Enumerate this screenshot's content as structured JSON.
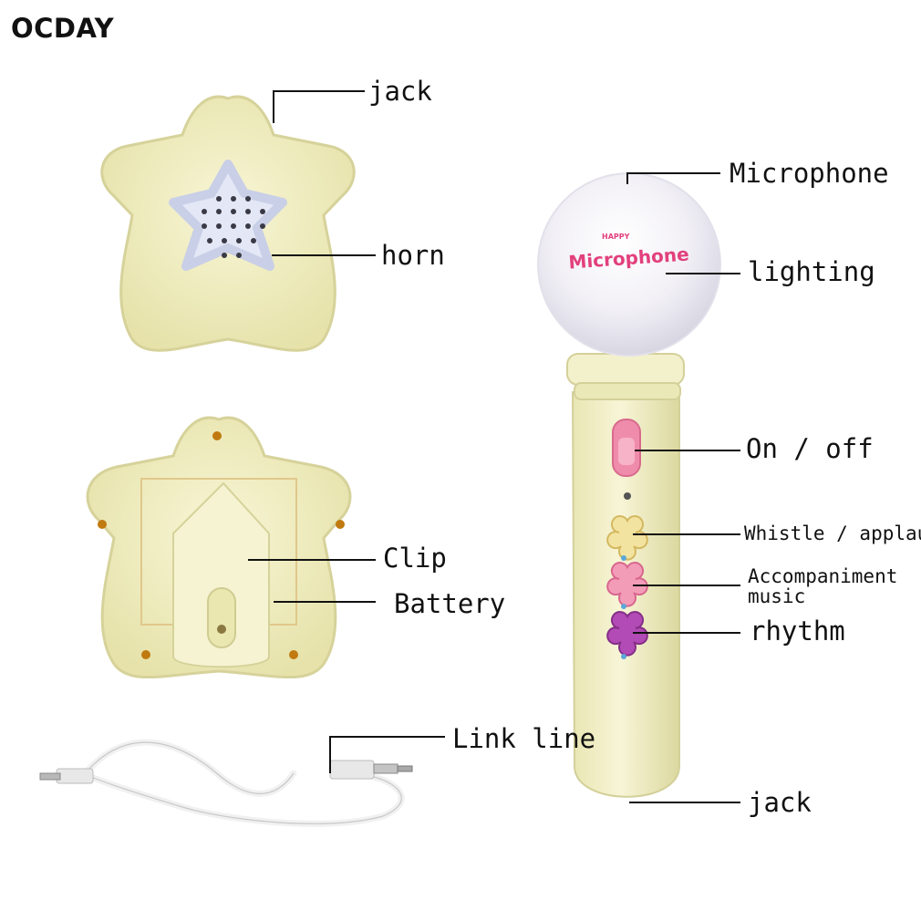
{
  "brand": "OCDAY",
  "labels": {
    "jack_top": "jack",
    "horn": "horn",
    "clip": "Clip",
    "battery": "Battery",
    "link_line": "Link line",
    "microphone": "Microphone",
    "lighting": "lighting",
    "on_off": "On / off",
    "whistle": "Whistle / applause",
    "accompaniment_1": "Accompaniment",
    "accompaniment_2": "music",
    "rhythm": "rhythm",
    "jack_bottom": "jack"
  },
  "product_text": {
    "logo_small": "HAPPY",
    "logo_main": "Microphone"
  },
  "colors": {
    "body": "#f2f0c4",
    "body_shadow": "#dcd8a2",
    "speaker_face": "#e4e8f6",
    "switch": "#f08cab",
    "button_whistle": "#f3e3a0",
    "button_accompaniment": "#f39cb8",
    "button_rhythm": "#b24bb5",
    "logo": "#e2407d"
  },
  "icons": [
    "star-speaker",
    "microphone",
    "audio-cable"
  ]
}
